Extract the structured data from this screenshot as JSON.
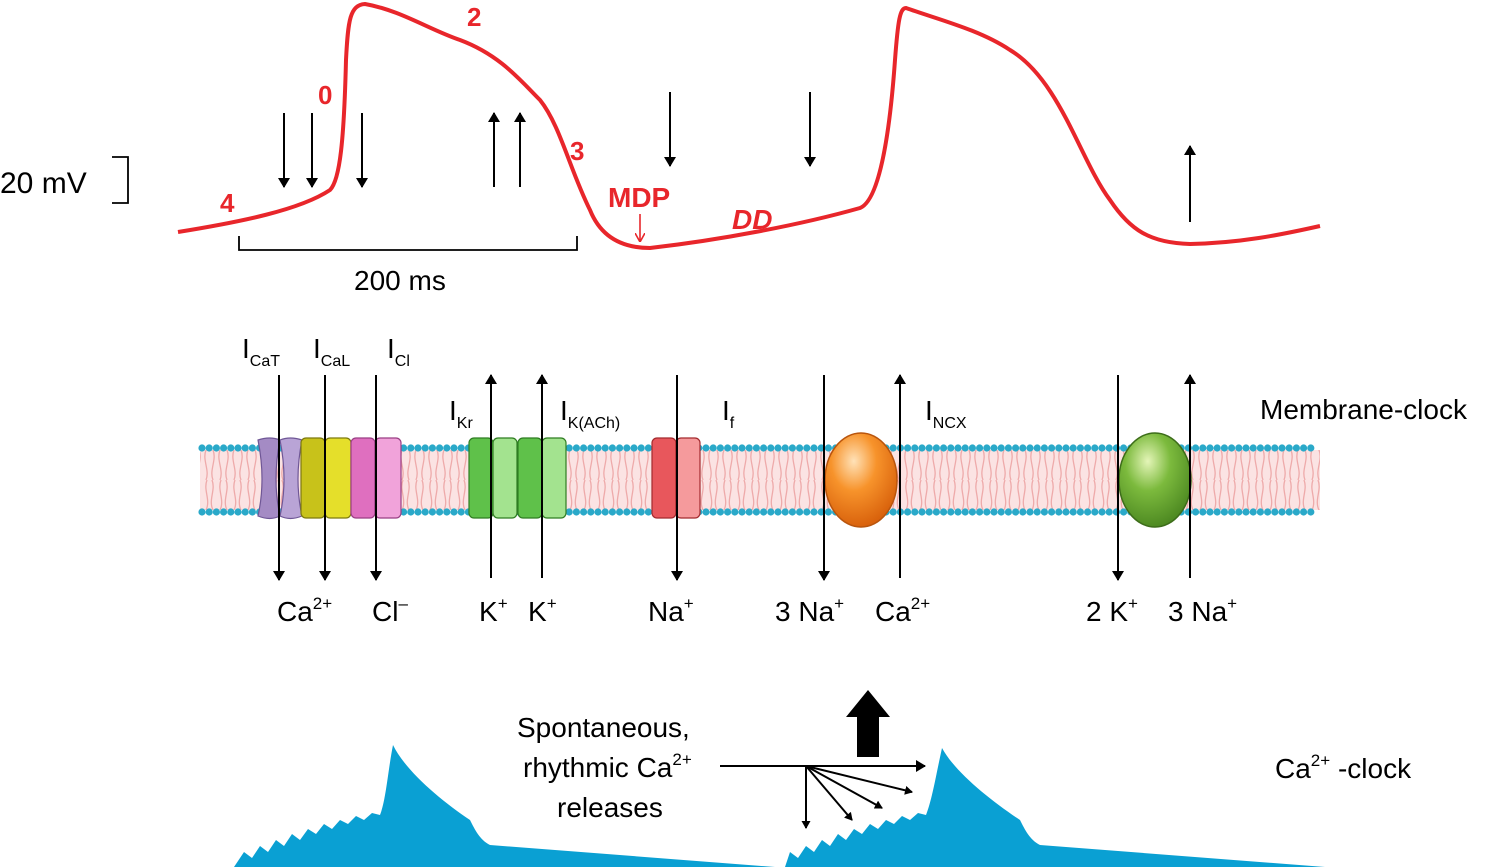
{
  "action_potential": {
    "scale_label": "20 mV",
    "time_label": "200 ms",
    "phase_labels": [
      "4",
      "0",
      "2",
      "3"
    ],
    "mdp_label": "MDP",
    "dd_label": "DD",
    "color": "#e8262b"
  },
  "membrane": {
    "title": "Membrane-clock",
    "currents": [
      {
        "base": "I",
        "sub": "CaT"
      },
      {
        "base": "I",
        "sub": "CaL"
      },
      {
        "base": "I",
        "sub": "Cl"
      },
      {
        "base": "I",
        "sub": "Kr"
      },
      {
        "base": "I",
        "sub": "K(ACh)"
      },
      {
        "base": "I",
        "sub": "f"
      },
      {
        "base": "I",
        "sub": "NCX"
      }
    ],
    "ions": [
      {
        "base": "Ca",
        "sup": "2+"
      },
      {
        "base": "Cl",
        "sup": "–"
      },
      {
        "base": "K",
        "sup": "+"
      },
      {
        "base": "K",
        "sup": "+"
      },
      {
        "base": "Na",
        "sup": "+"
      },
      {
        "base": "3 Na",
        "sup": "+"
      },
      {
        "base": "Ca",
        "sup": "2+"
      },
      {
        "base": "2 K",
        "sup": "+"
      },
      {
        "base": "3 Na",
        "sup": "+"
      }
    ],
    "channel_colors": {
      "CaT": "#a48bc4",
      "CaL": "#c8c21a",
      "Cl": "#df6fbf",
      "Kr": "#5fc14a",
      "KACh": "#5fc14a",
      "f": "#e8575c",
      "NCX": "#f58220",
      "NaK_pump": "#6ea536"
    },
    "lipid_head_color": "#2aa9c9",
    "lipid_tail_color": "#f4b6b6"
  },
  "calcium_clock": {
    "title_base": "Ca",
    "title_sup": "2+",
    "title_rest": " -clock",
    "desc_line1": "Spontaneous,",
    "desc_line2_base": "rhythmic Ca",
    "desc_line2_sup": "2+",
    "desc_line3": "releases",
    "color": "#0aa0d3"
  }
}
